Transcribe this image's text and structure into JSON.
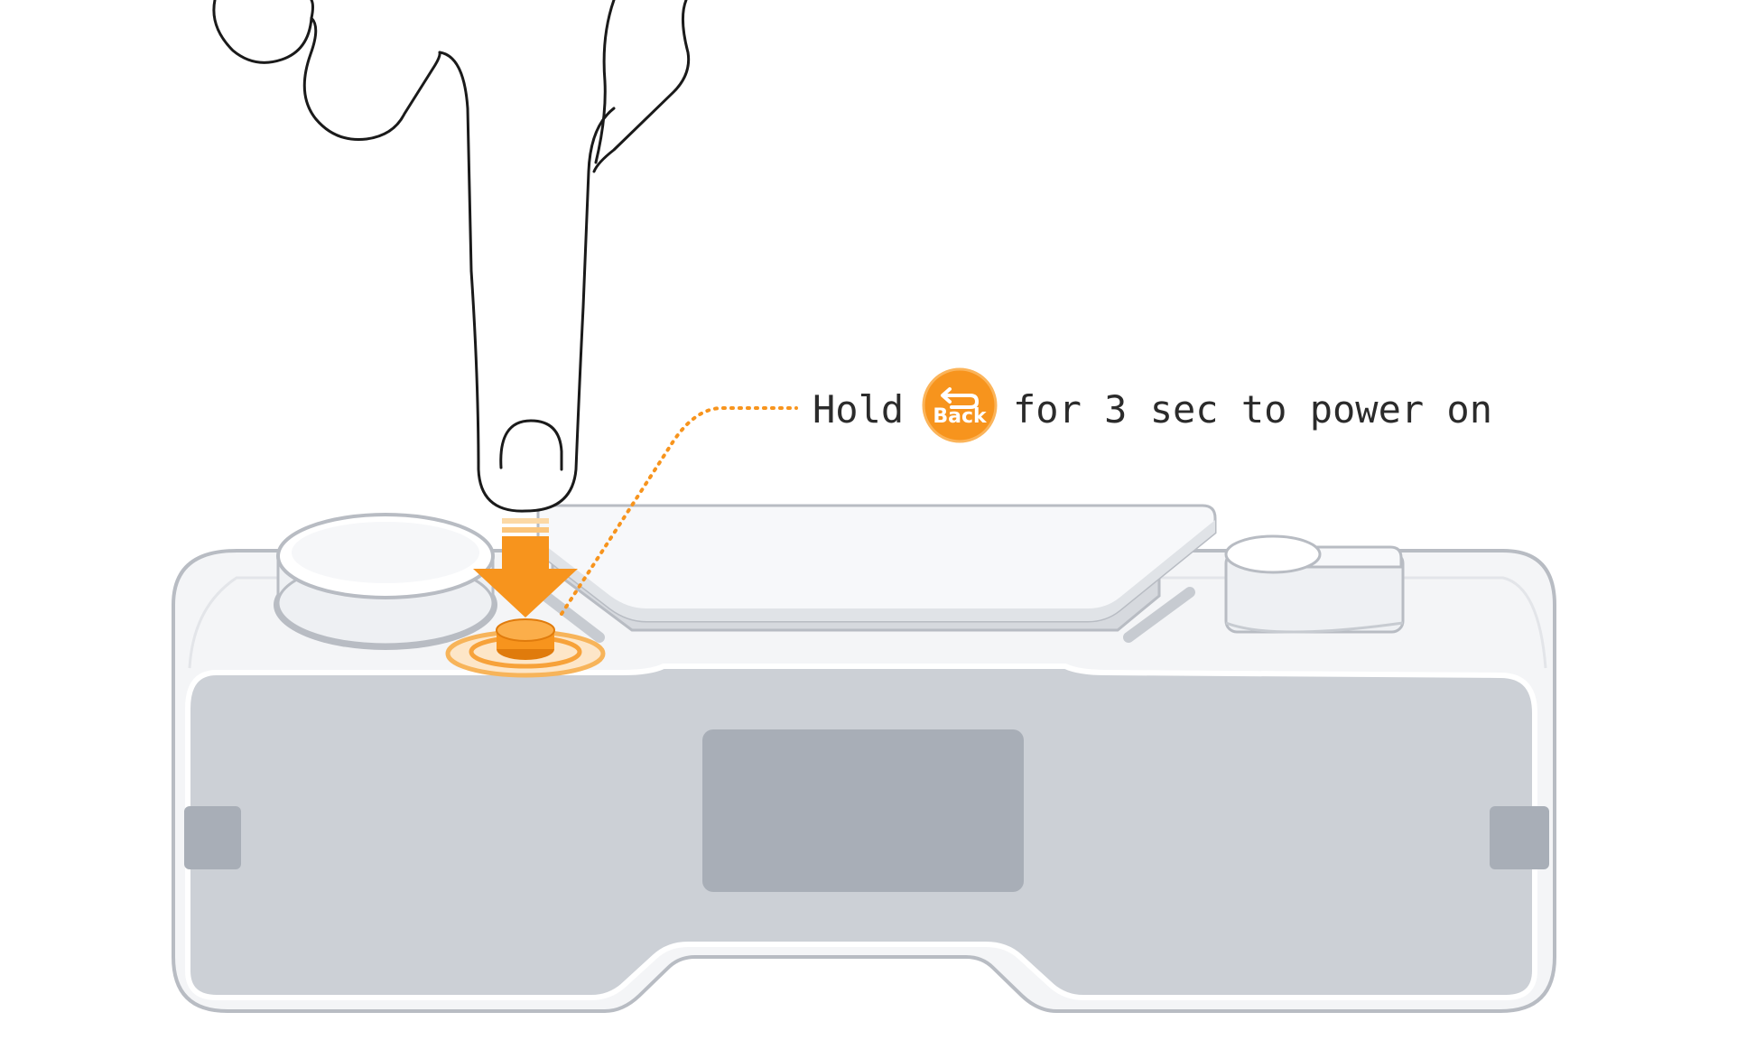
{
  "instruction": {
    "prefix": "Hold",
    "button_label": "Back",
    "suffix": "for 3 sec to power on"
  },
  "icons": {
    "button_icon": "back-arrow-icon",
    "hand": "pointing-finger-icon",
    "press_arrow": "down-arrow-icon",
    "press_ripple": "press-ripple-icon"
  },
  "colors": {
    "accent": "#f7941d",
    "accent_dark": "#e07b0c",
    "outline": "#1a1a1a",
    "device_body": "#f4f5f7",
    "device_edge": "#b8bcc3",
    "device_panel": "#ccd0d6",
    "device_window": "#a8aeb7",
    "text": "#2b2b2b"
  }
}
